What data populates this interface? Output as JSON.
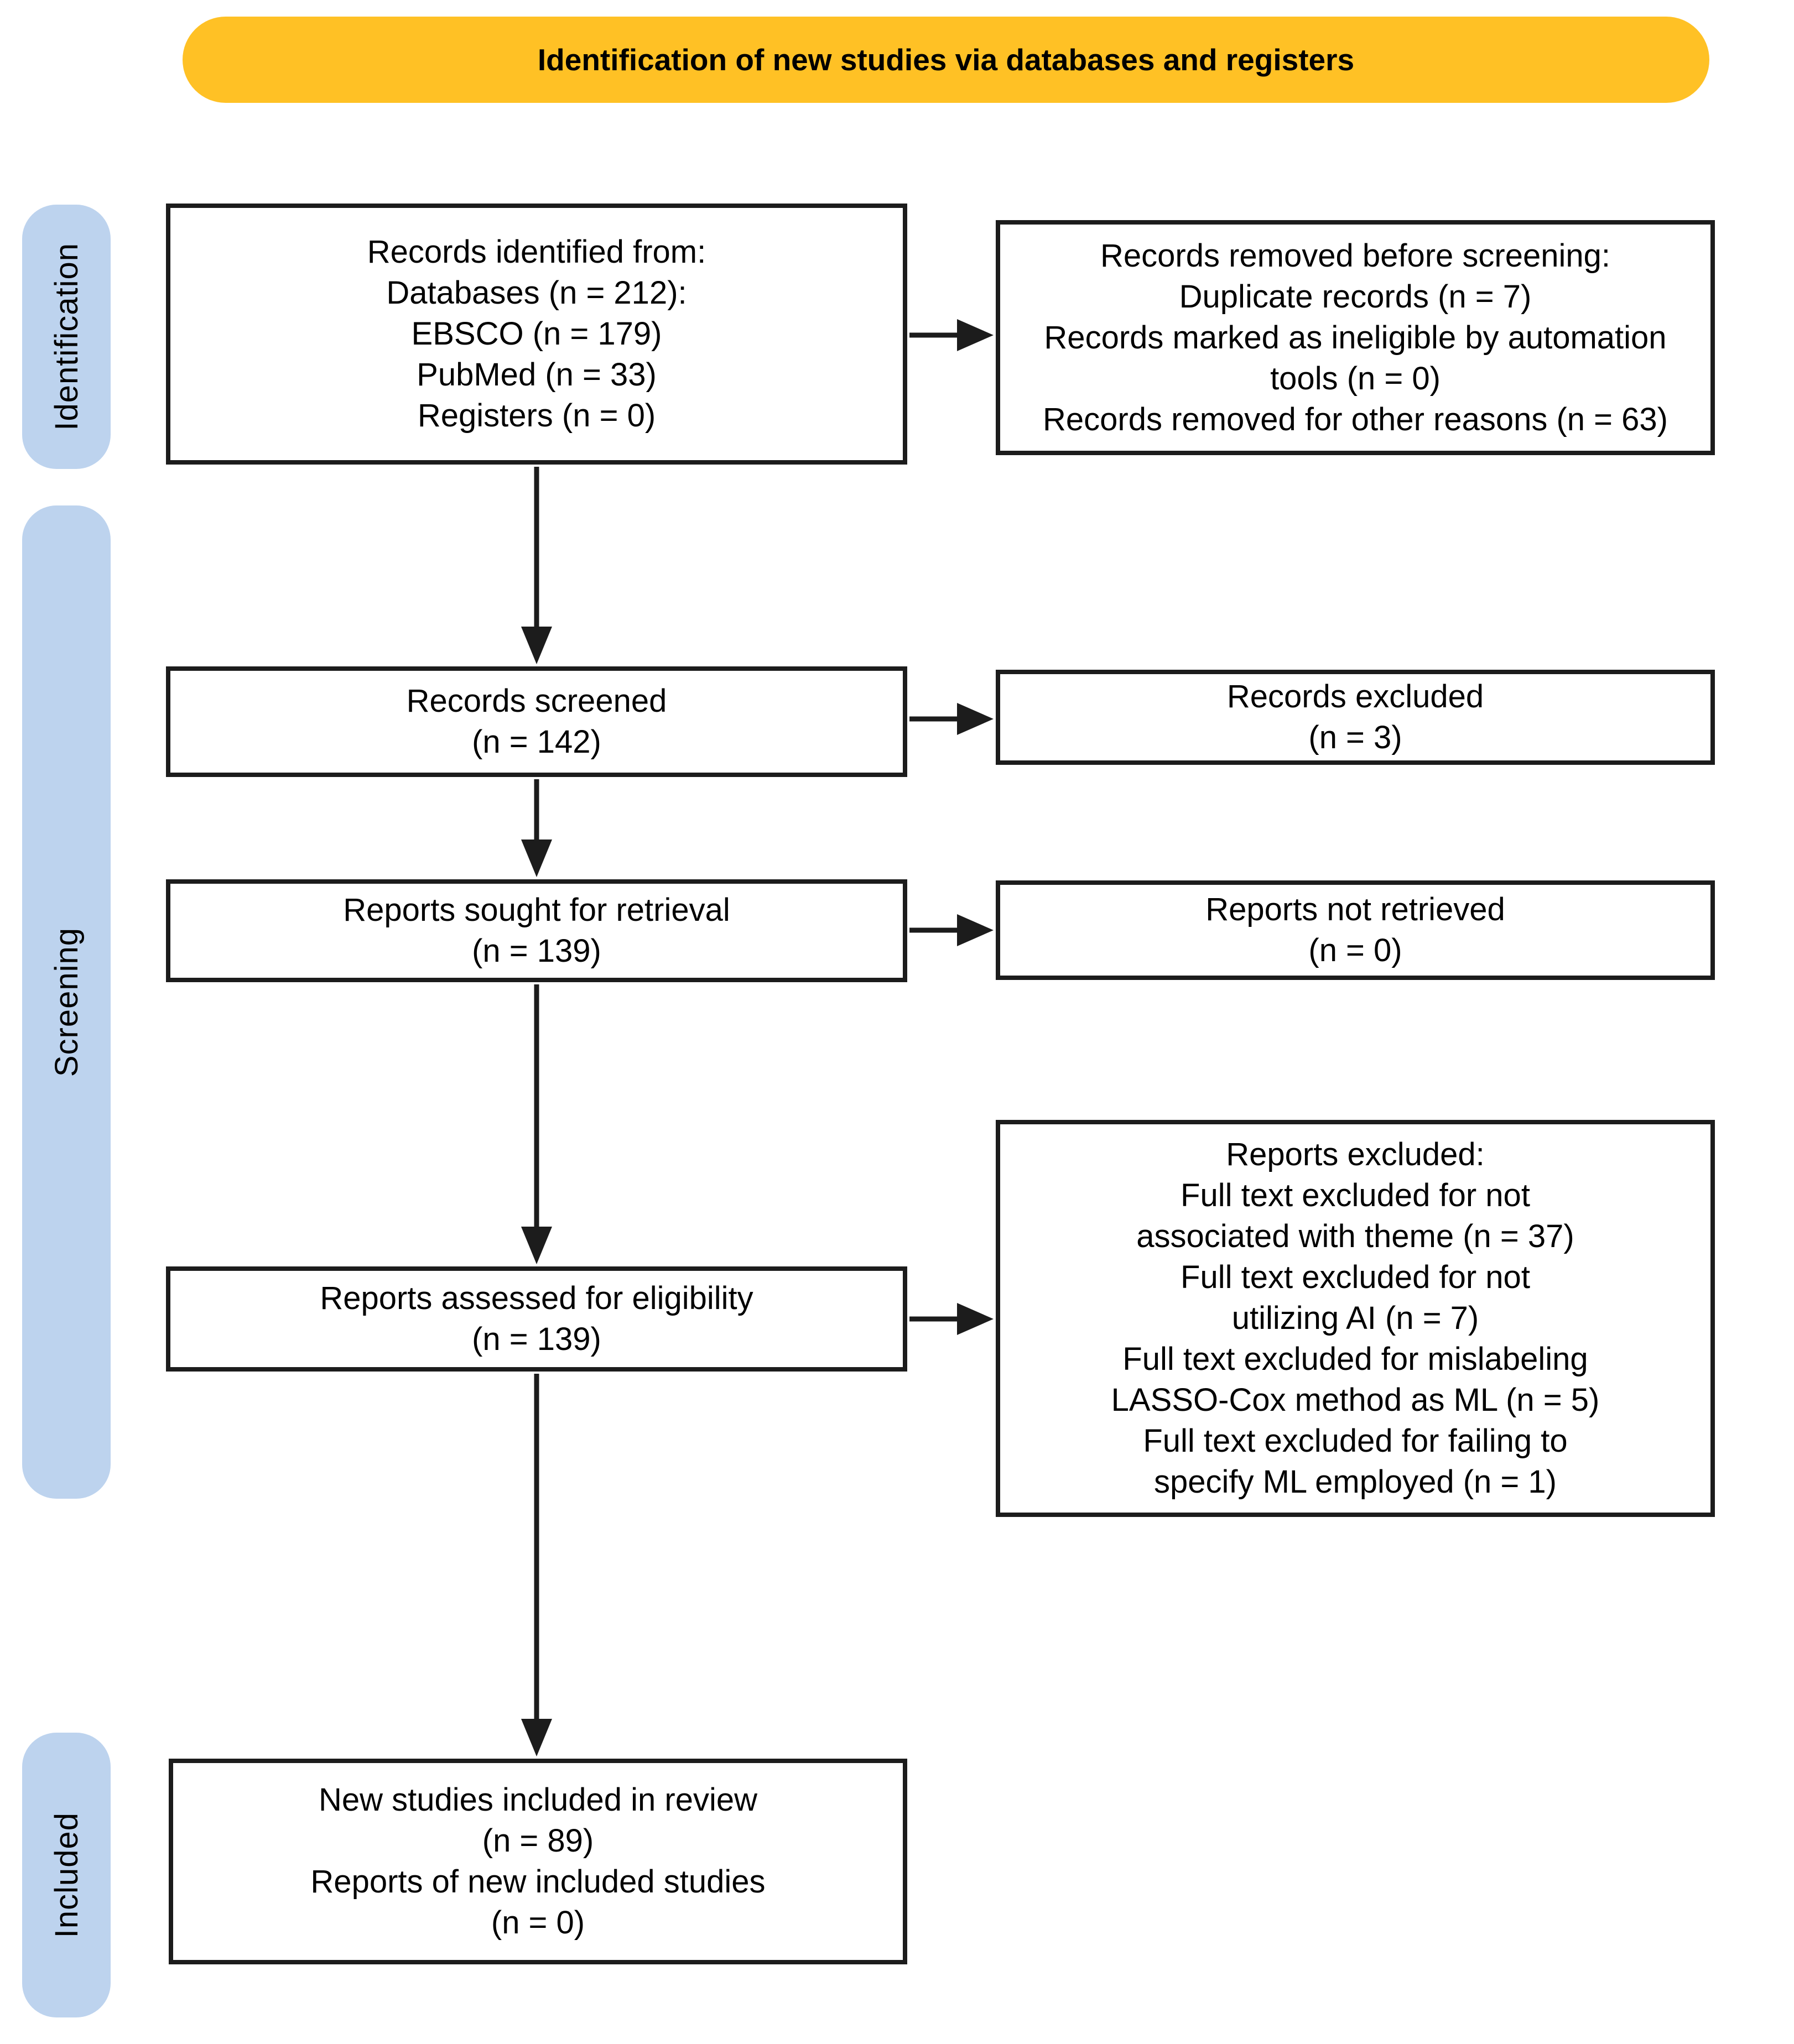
{
  "banner": {
    "label": "Identification of new studies via databases and registers"
  },
  "stages": [
    {
      "label": "Identification"
    },
    {
      "label": "Screening"
    },
    {
      "label": "Included"
    }
  ],
  "boxes": {
    "records_identified": {
      "lines": [
        "Records identified from:",
        "Databases (n = 212):",
        "EBSCO (n = 179)",
        "PubMed (n = 33)",
        "Registers (n = 0)"
      ]
    },
    "records_removed": {
      "lines": [
        "Records removed before screening:",
        "Duplicate records (n = 7)",
        "Records marked as ineligible by automation",
        "tools (n = 0)",
        "Records removed for other reasons (n = 63)"
      ]
    },
    "records_screened": {
      "lines": [
        "Records screened",
        "(n = 142)"
      ]
    },
    "records_excluded": {
      "lines": [
        "Records excluded",
        "(n = 3)"
      ]
    },
    "reports_sought": {
      "lines": [
        "Reports sought for retrieval",
        "(n = 139)"
      ]
    },
    "reports_not_retrieved": {
      "lines": [
        "Reports not retrieved",
        "(n = 0)"
      ]
    },
    "reports_assessed": {
      "lines": [
        "Reports assessed for eligibility",
        "(n = 139)"
      ]
    },
    "reports_excluded": {
      "lines": [
        "Reports excluded:",
        "Full text excluded for not",
        "associated with theme (n = 37)",
        "Full text excluded for not",
        "utilizing AI (n = 7)",
        "Full text excluded for mislabeling",
        "LASSO-Cox method as ML (n = 5)",
        "Full text excluded for failing to",
        "specify ML employed (n = 1)"
      ]
    },
    "new_studies_included": {
      "lines": [
        "New studies included in review",
        "(n = 89)",
        "Reports of new included studies",
        "(n = 0)"
      ]
    }
  },
  "colors": {
    "banner": "#FFC125",
    "stage": "#BDD3EE",
    "line": "#1C1C1C",
    "text": "#000000",
    "background": "#FFFFFF"
  }
}
